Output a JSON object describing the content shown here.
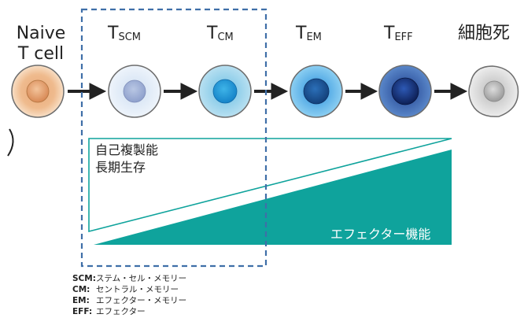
{
  "stages": [
    {
      "id": "naive",
      "line1": "Naive",
      "line2": "T cell"
    },
    {
      "id": "tscm",
      "main": "T",
      "sub": "SCM"
    },
    {
      "id": "tcm",
      "main": "T",
      "sub": "CM"
    },
    {
      "id": "tem",
      "main": "T",
      "sub": "EM"
    },
    {
      "id": "teff",
      "main": "T",
      "sub": "EFF"
    },
    {
      "id": "death",
      "text": "細胞死"
    }
  ],
  "upper_triangle_label": [
    "自己複製能",
    "長期生存"
  ],
  "lower_triangle_label": "エフェクター機能",
  "legend": [
    {
      "abbr": "SCM:",
      "text": "ステム・セル・メモリー"
    },
    {
      "abbr": "CM:",
      "text": "セントラル・メモリー"
    },
    {
      "abbr": "EM:",
      "text": "エフェクター・メモリー"
    },
    {
      "abbr": "EFF:",
      "text": "エフェクター"
    }
  ],
  "colors": {
    "teal": "#0fa39c",
    "dashed_box": "#3f6fa8",
    "arrow": "#222222"
  }
}
